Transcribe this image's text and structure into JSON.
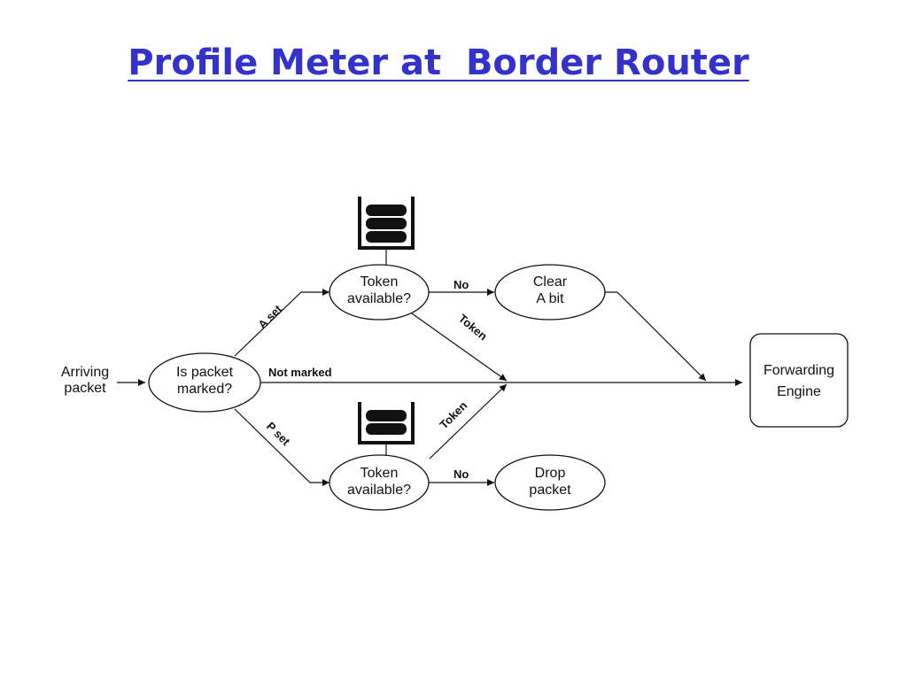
{
  "title": "Profile Meter at  Border Router",
  "nodes": {
    "arriving": [
      "Arriving",
      "packet"
    ],
    "is_marked": [
      "Is packet",
      "marked?"
    ],
    "token_top": [
      "Token",
      "available?"
    ],
    "clear_a": [
      "Clear",
      "A bit"
    ],
    "token_bottom": [
      "Token",
      "available?"
    ],
    "drop": [
      "Drop",
      "packet"
    ],
    "forwarding": [
      "Forwarding",
      "Engine"
    ]
  },
  "edges": {
    "a_set": "A set",
    "p_set": "P set",
    "not_marked": "Not marked",
    "no_top": "No",
    "no_bottom": "No",
    "token_top": "Token",
    "token_bottom": "Token"
  },
  "icons": {
    "token_bucket_top": "token-bucket-icon",
    "token_bucket_bottom": "token-bucket-icon"
  }
}
